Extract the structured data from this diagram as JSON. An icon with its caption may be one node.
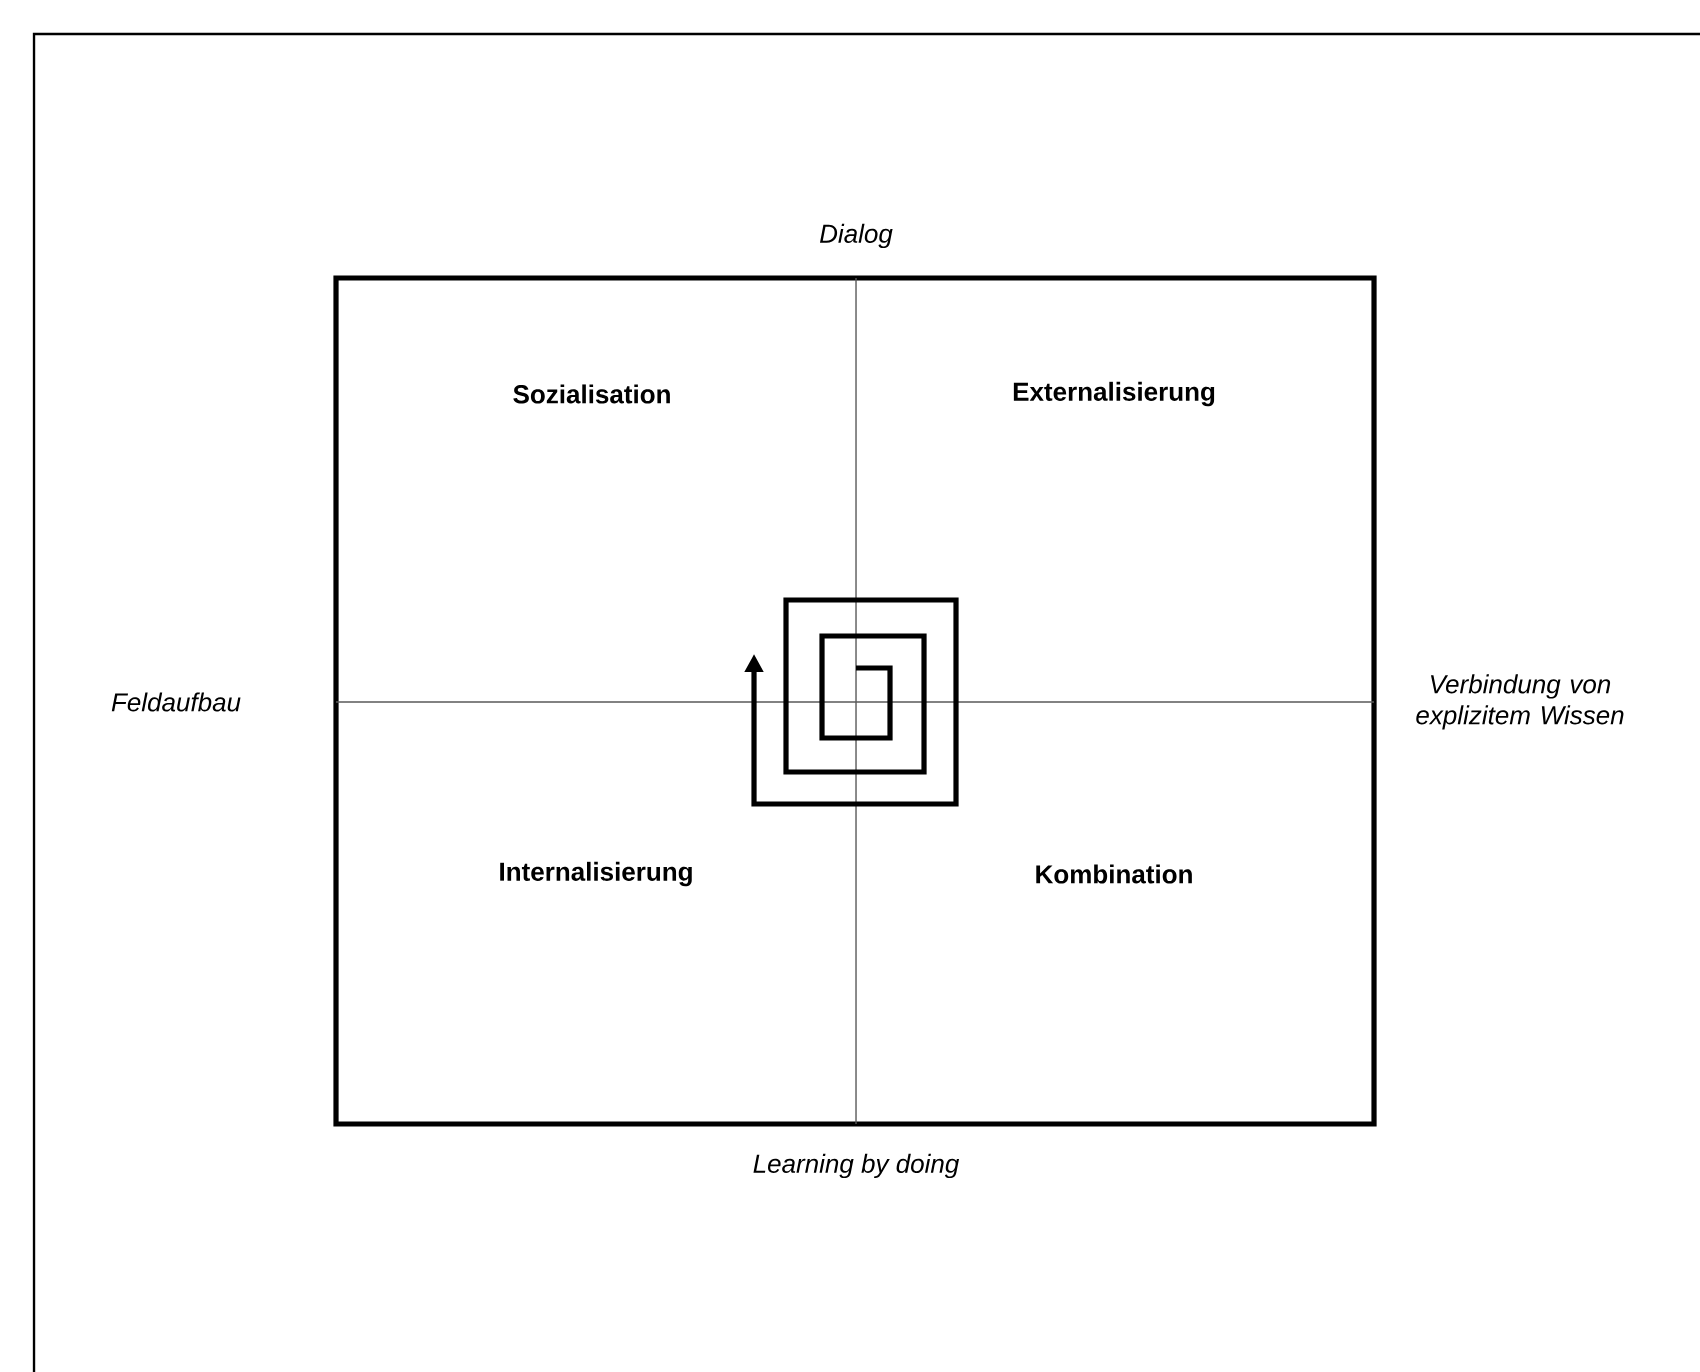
{
  "diagram": {
    "labels": [
      "Dialog",
      "Sozialisation",
      "Externalisierung",
      "Feldaufbau",
      "Verbindung von explizitem Wissen",
      "Internalisierung",
      "Kombination",
      "Learning by doing"
    ]
  }
}
